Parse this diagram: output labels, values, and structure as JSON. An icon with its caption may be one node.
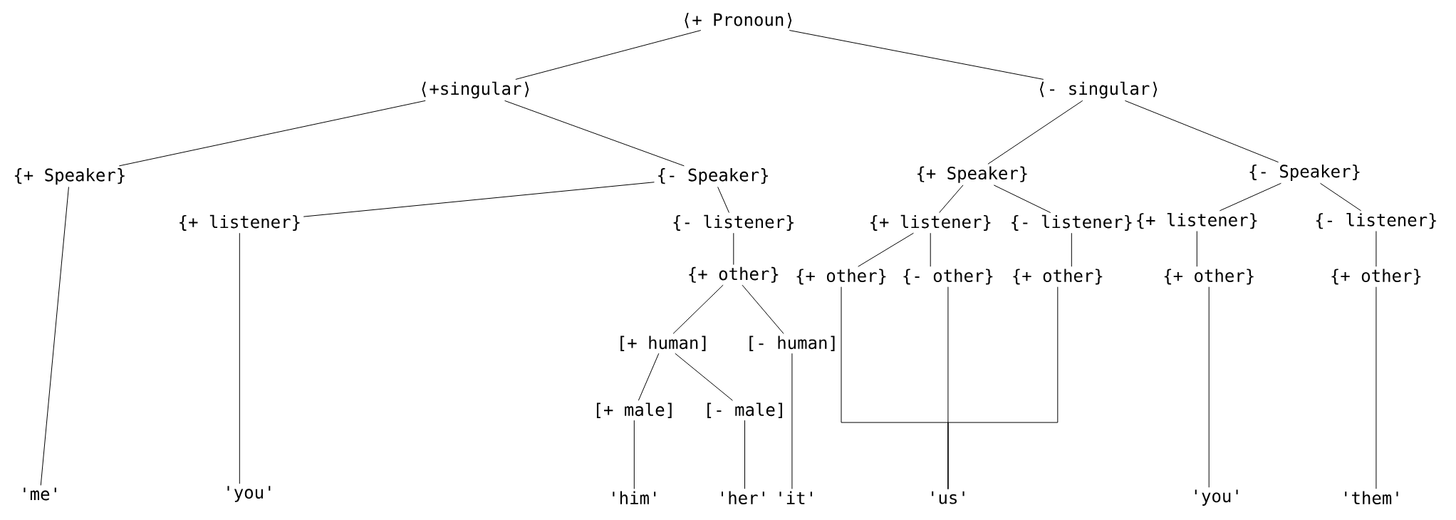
{
  "diagram": {
    "nodes": [
      {
        "text": [
          "⟨+ Pronoun⟩"
        ]
      },
      {
        "text": [
          "⟨+singular⟩"
        ]
      },
      {
        "text": [
          "⟨- singular⟩"
        ]
      },
      {
        "text": [
          "{+ Speaker}"
        ]
      },
      {
        "text": [
          "{- Speaker}"
        ]
      },
      {
        "text": [
          "{+ Speaker}"
        ]
      },
      {
        "text": [
          "{- Speaker}"
        ]
      },
      {
        "text": [
          "{+ listener}"
        ]
      },
      {
        "text": [
          "{- listener}"
        ]
      },
      {
        "text": [
          "{+ listener}"
        ]
      },
      {
        "text": [
          "{- listener}"
        ]
      },
      {
        "text": [
          "{+ listener}"
        ]
      },
      {
        "text": [
          "{- listener}"
        ]
      },
      {
        "text": [
          "{+ other}"
        ]
      },
      {
        "text": [
          "{+ other}"
        ]
      },
      {
        "text": [
          "{- other}"
        ]
      },
      {
        "text": [
          "{+ other}"
        ]
      },
      {
        "text": [
          "{+ other}"
        ]
      },
      {
        "text": [
          "{+ other}"
        ]
      },
      {
        "text": [
          "[+ human]"
        ]
      },
      {
        "text": [
          "[- human]"
        ]
      },
      {
        "text": [
          "[+ male]"
        ]
      },
      {
        "text": [
          "[- male]"
        ]
      },
      {
        "text": [
          "'me'"
        ]
      },
      {
        "text": [
          "'you'"
        ]
      },
      {
        "text": [
          "'him'"
        ]
      },
      {
        "text": [
          "'her'"
        ]
      },
      {
        "text": [
          "'it'"
        ]
      },
      {
        "text": [
          "'us'"
        ]
      },
      {
        "text": [
          "'you'"
        ]
      },
      {
        "text": [
          "'them'"
        ]
      }
    ],
    "edges": [
      {
        "from": 0,
        "to": 1,
        "arrow": "none"
      },
      {
        "from": 0,
        "to": 2,
        "arrow": "none"
      },
      {
        "from": 1,
        "to": 3,
        "arrow": "none"
      },
      {
        "from": 1,
        "to": 4,
        "arrow": "none"
      },
      {
        "from": 4,
        "to": 7,
        "arrow": "none"
      },
      {
        "from": 4,
        "to": 8,
        "arrow": "none"
      },
      {
        "from": 2,
        "to": 5,
        "arrow": "none"
      },
      {
        "from": 2,
        "to": 6,
        "arrow": "none"
      },
      {
        "from": 5,
        "to": 9,
        "arrow": "none"
      },
      {
        "from": 5,
        "to": 10,
        "arrow": "none"
      },
      {
        "from": 6,
        "to": 11,
        "arrow": "none"
      },
      {
        "from": 6,
        "to": 12,
        "arrow": "none"
      },
      {
        "from": 8,
        "to": 13,
        "arrow": "none"
      },
      {
        "from": 9,
        "to": 14,
        "arrow": "none"
      },
      {
        "from": 9,
        "to": 15,
        "arrow": "none"
      },
      {
        "from": 10,
        "to": 16,
        "arrow": "none"
      },
      {
        "from": 11,
        "to": 17,
        "arrow": "none"
      },
      {
        "from": 12,
        "to": 18,
        "arrow": "none"
      },
      {
        "from": 13,
        "to": 19,
        "arrow": "none"
      },
      {
        "from": 13,
        "to": 20,
        "arrow": "none"
      },
      {
        "from": 19,
        "to": 21,
        "arrow": "none"
      },
      {
        "from": 19,
        "to": 22,
        "arrow": "none"
      },
      {
        "from": 3,
        "to": 23,
        "arrow": "none"
      },
      {
        "from": 7,
        "to": 24,
        "arrow": "none"
      },
      {
        "from": 21,
        "to": 25,
        "arrow": "none"
      },
      {
        "from": 22,
        "to": 26,
        "arrow": "none"
      },
      {
        "from": 20,
        "to": 27,
        "arrow": "none"
      },
      {
        "from": 15,
        "to": 28,
        "arrow": "none"
      },
      {
        "from": 14,
        "to": 28,
        "arrow": "none"
      },
      {
        "from": 16,
        "to": 28,
        "arrow": "none"
      },
      {
        "from": 17,
        "to": 29,
        "arrow": "none"
      },
      {
        "from": 18,
        "to": 30,
        "arrow": "none"
      }
    ]
  }
}
